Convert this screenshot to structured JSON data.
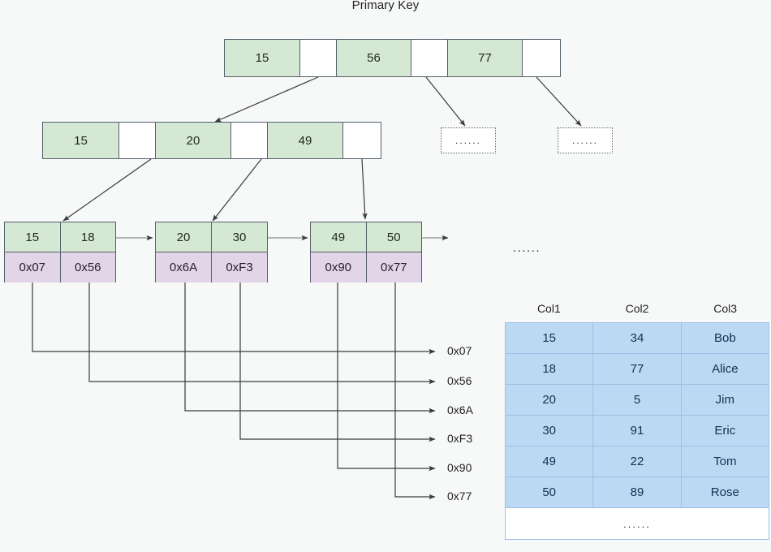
{
  "title": "Primary Key",
  "colors": {
    "key_green": "#d5e8d4",
    "pointer_purple": "#e1d5e7",
    "table_blue": "#bcd9f3",
    "stroke": "#54606c",
    "background": "#f7f8f8"
  },
  "ellipsis": "......",
  "root": {
    "name": "root-node",
    "cells": [
      {
        "type": "key",
        "label": "15"
      },
      {
        "type": "pointer",
        "label": ""
      },
      {
        "type": "key",
        "label": "56"
      },
      {
        "type": "pointer",
        "label": ""
      },
      {
        "type": "key",
        "label": "77"
      },
      {
        "type": "pointer",
        "label": ""
      }
    ]
  },
  "internal": {
    "name": "internal-node",
    "cells": [
      {
        "type": "key",
        "label": "15"
      },
      {
        "type": "pointer",
        "label": ""
      },
      {
        "type": "key",
        "label": "20"
      },
      {
        "type": "pointer",
        "label": ""
      },
      {
        "type": "key",
        "label": "49"
      },
      {
        "type": "pointer",
        "label": ""
      }
    ]
  },
  "placeholder_boxes": [
    {
      "label": "......"
    },
    {
      "label": "......"
    }
  ],
  "leaves": [
    {
      "keys": [
        "15",
        "18"
      ],
      "pointers": [
        "0x07",
        "0x56"
      ]
    },
    {
      "keys": [
        "20",
        "30"
      ],
      "pointers": [
        "0x6A",
        "0xF3"
      ]
    },
    {
      "keys": [
        "49",
        "50"
      ],
      "pointers": [
        "0x90",
        "0x77"
      ]
    }
  ],
  "leaf_level_ellipsis": "......",
  "addresses": [
    {
      "label": "0x07"
    },
    {
      "label": "0x56"
    },
    {
      "label": "0x6A"
    },
    {
      "label": "0xF3"
    },
    {
      "label": "0x90"
    },
    {
      "label": "0x77"
    }
  ],
  "table": {
    "headers": [
      "Col1",
      "Col2",
      "Col3"
    ],
    "rows": [
      [
        "15",
        "34",
        "Bob"
      ],
      [
        "18",
        "77",
        "Alice"
      ],
      [
        "20",
        "5",
        "Jim"
      ],
      [
        "30",
        "91",
        "Eric"
      ],
      [
        "49",
        "22",
        "Tom"
      ],
      [
        "50",
        "89",
        "Rose"
      ]
    ],
    "more_row": "......"
  }
}
